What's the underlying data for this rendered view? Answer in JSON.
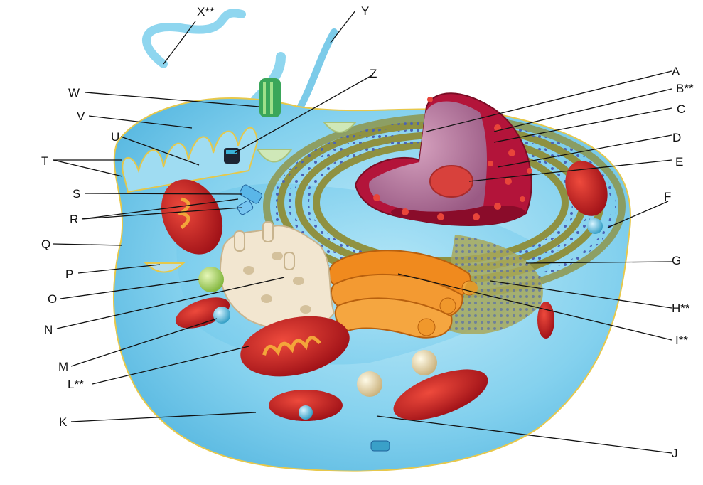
{
  "diagram": {
    "labels": {
      "x": "X**",
      "y": "Y",
      "z": "Z",
      "a": "A",
      "b": "B**",
      "c": "C",
      "d": "D",
      "e": "E",
      "f": "F",
      "g": "G",
      "h": "H**",
      "i": "I**",
      "j": "J",
      "k": "K",
      "l": "L**",
      "m": "M",
      "n": "N",
      "o": "O",
      "p": "P",
      "q": "Q",
      "r": "R",
      "s": "S",
      "t": "T",
      "u": "U",
      "v": "V",
      "w": "W"
    }
  },
  "colors": {
    "cytoplasm": "#7fd0ec",
    "membrane": "#e6c84a",
    "nucleus": "#b8143a",
    "nucleoplasm": "#b4789e",
    "rough_er": "#9c9a3e",
    "golgi": "#f08a1e",
    "mitochondrion": "#c8161d",
    "ribosome_dots": "#4a62b4",
    "smooth_er": "#f2e6d0",
    "lysosome": "#3aa6c8",
    "vacuole": "#b8d86e"
  }
}
